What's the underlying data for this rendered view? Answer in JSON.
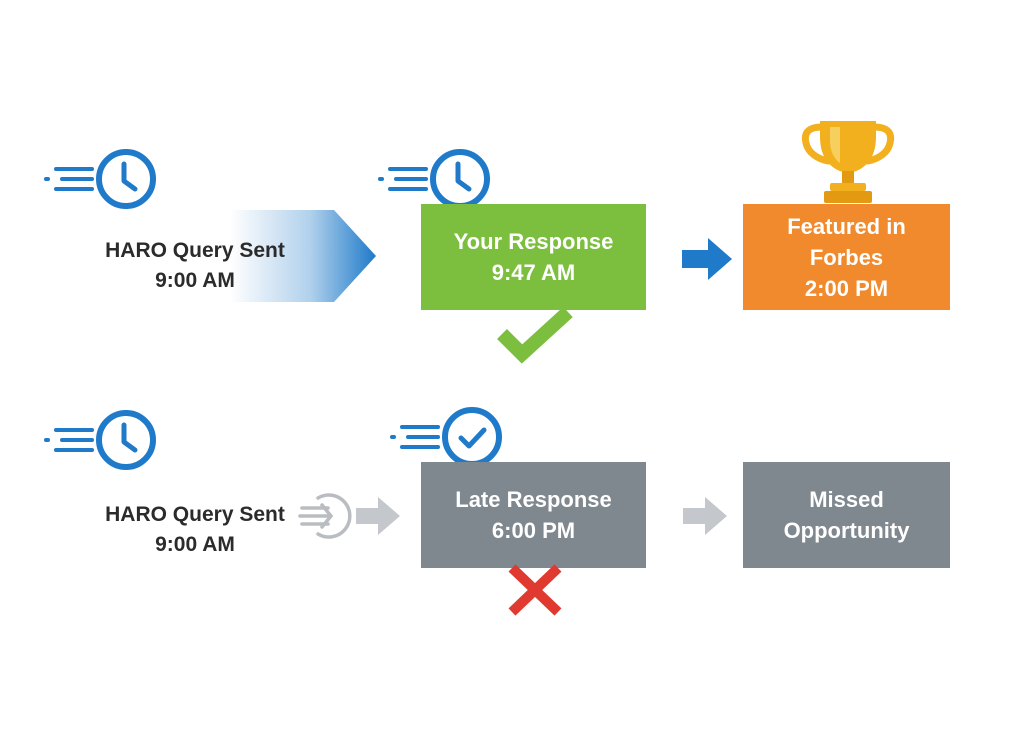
{
  "top_row": {
    "query": {
      "line1": "HARO Query Sent",
      "line2": "9:00 AM"
    },
    "response": {
      "line1": "Your Response",
      "line2": "9:47 AM"
    },
    "result": {
      "line1": "Featured in",
      "line2": "Forbes",
      "line3": "2:00 PM"
    }
  },
  "bottom_row": {
    "query": {
      "line1": "HARO Query Sent",
      "line2": "9:00 AM"
    },
    "response": {
      "line1": "Late Response",
      "line2": "6:00 PM"
    },
    "result": {
      "line1": "Missed",
      "line2": "Opportunity"
    }
  },
  "colors": {
    "blue": "#1f7ac9",
    "green": "#7cbf3f",
    "orange": "#f08a2c",
    "gray": "#7f878f",
    "light_gray": "#c4c8cc",
    "red": "#e03a30",
    "gold": "#f2b01e"
  }
}
